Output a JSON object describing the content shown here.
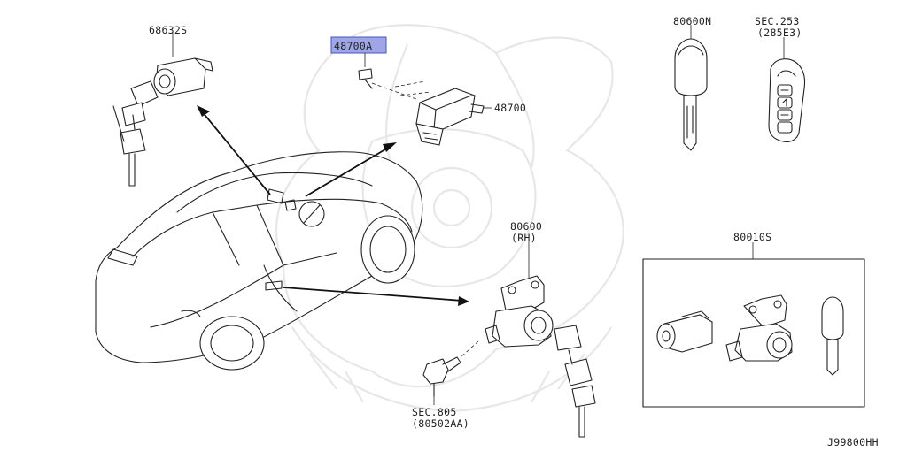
{
  "parts": {
    "p68632s": "68632S",
    "p48700a": "48700A",
    "p48700": "48700",
    "p80600n": "80600N",
    "sec253_line1": "SEC.253",
    "sec253_line2": "(285E3)",
    "p80600": "80600",
    "p80600_side": "(RH)",
    "p80010s": "80010S",
    "sec805_line1": "SEC.805",
    "sec805_line2": "(80502AA)"
  },
  "diagram_code": "J99800HH",
  "highlight_color": "#9ea6e8"
}
